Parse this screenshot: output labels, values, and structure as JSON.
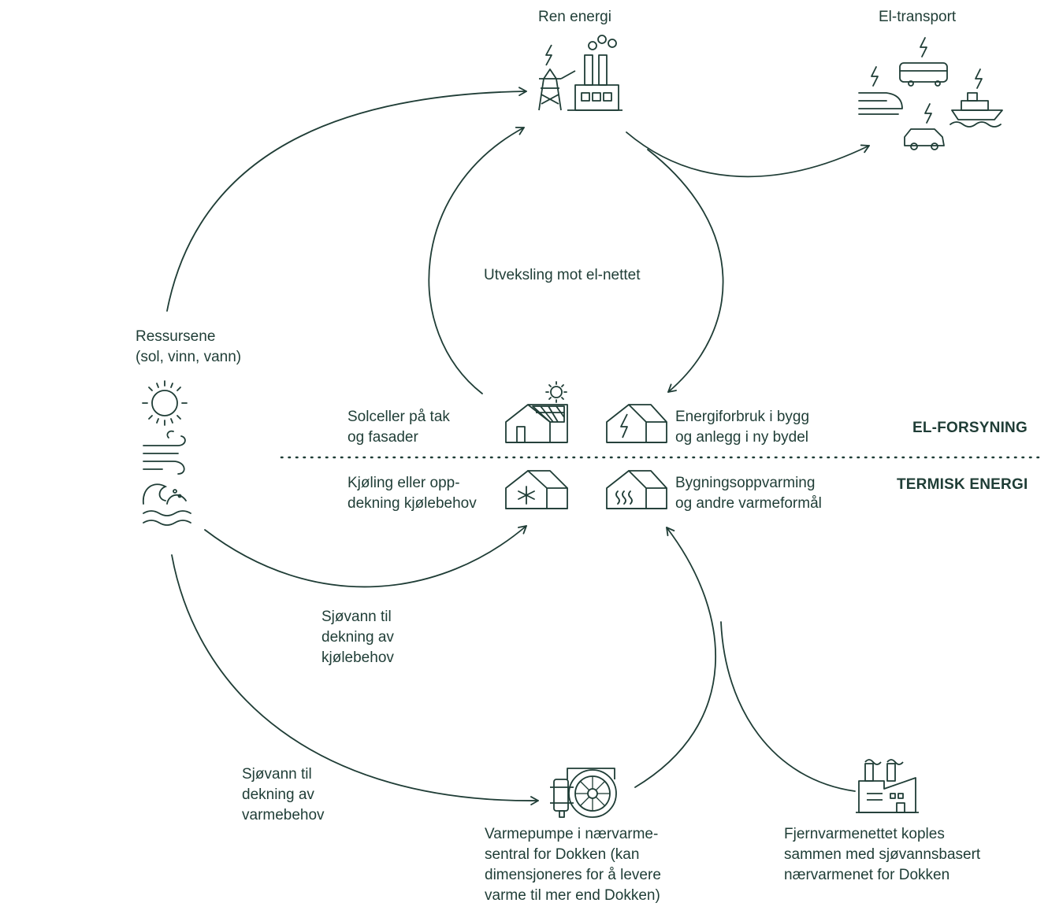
{
  "colors": {
    "ink": "#1f3d36",
    "background": "#ffffff"
  },
  "labels": {
    "ren_energi": "Ren energi",
    "el_transport": "El-transport",
    "utveksling": "Utveksling mot el-nettet",
    "ressursene": [
      "Ressursene",
      "(sol, vinn, vann)"
    ],
    "solceller": [
      "Solceller på tak",
      "og fasader"
    ],
    "energiforbruk": [
      "Energiforbruk i bygg",
      "og anlegg i ny bydel"
    ],
    "kjoling": [
      "Kjøling eller opp-",
      "dekning kjølebehov"
    ],
    "bygningsoppvarming": [
      "Bygningsoppvarming",
      "og andre varmeformål"
    ],
    "sjovann_kjole": [
      "Sjøvann til",
      "dekning av",
      "kjølebehov"
    ],
    "sjovann_varme": [
      "Sjøvann til",
      "dekning av",
      "varmebehov"
    ],
    "varmepumpe": [
      "Varmepumpe i nærvarme-",
      "sentral for Dokken (kan",
      "dimensjoneres for å levere",
      "varme til mer end Dokken)"
    ],
    "fjernvarme": [
      "Fjernvarmenettet koples",
      "sammen med sjøvannsbasert",
      "nærvarmenet for Dokken"
    ]
  },
  "sections": {
    "el_forsyning": "EL-FORSYNING",
    "termisk_energi": "TERMISK ENERGI"
  },
  "icons": [
    "power-plant-icon",
    "electric-transport-icon",
    "sun-icon",
    "wind-icon",
    "wave-icon",
    "solar-house-icon",
    "electric-house-icon",
    "cooling-house-icon",
    "heating-house-icon",
    "heat-pump-icon",
    "district-heating-plant-icon"
  ]
}
